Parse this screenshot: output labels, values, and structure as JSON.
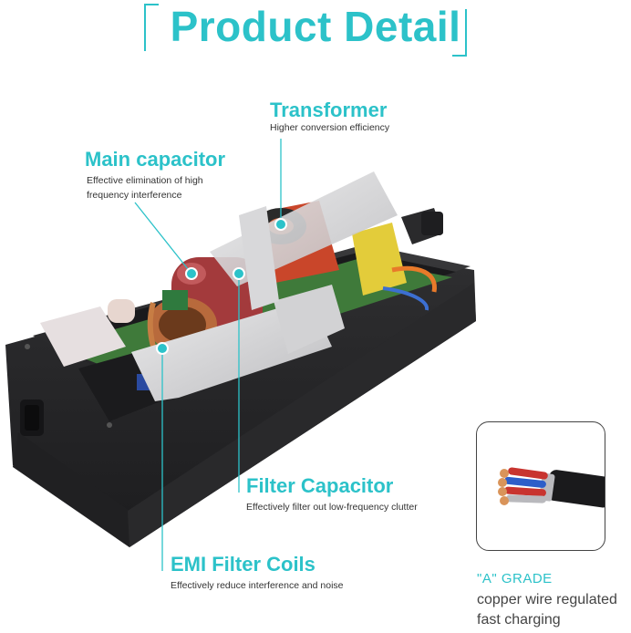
{
  "title": "Product Detail",
  "callouts": {
    "transformer": {
      "label": "Transformer",
      "desc": "Higher conversion efficiency"
    },
    "main_capacitor": {
      "label": "Main capacitor",
      "desc_line1": "Effective elimination of high",
      "desc_line2": "frequency interference"
    },
    "filter_capacitor": {
      "label": "Filter Capacitor",
      "desc": "Effectively filter out low-frequency clutter"
    },
    "emi": {
      "label": "EMI Filter Coils",
      "desc": "Effectively reduce interference and noise"
    }
  },
  "grade": {
    "label": "\"A\" GRADE",
    "line1": "copper wire regulated",
    "line2": "fast charging"
  },
  "colors": {
    "accent": "#2cc2c9",
    "case": "#2b2b2d"
  }
}
